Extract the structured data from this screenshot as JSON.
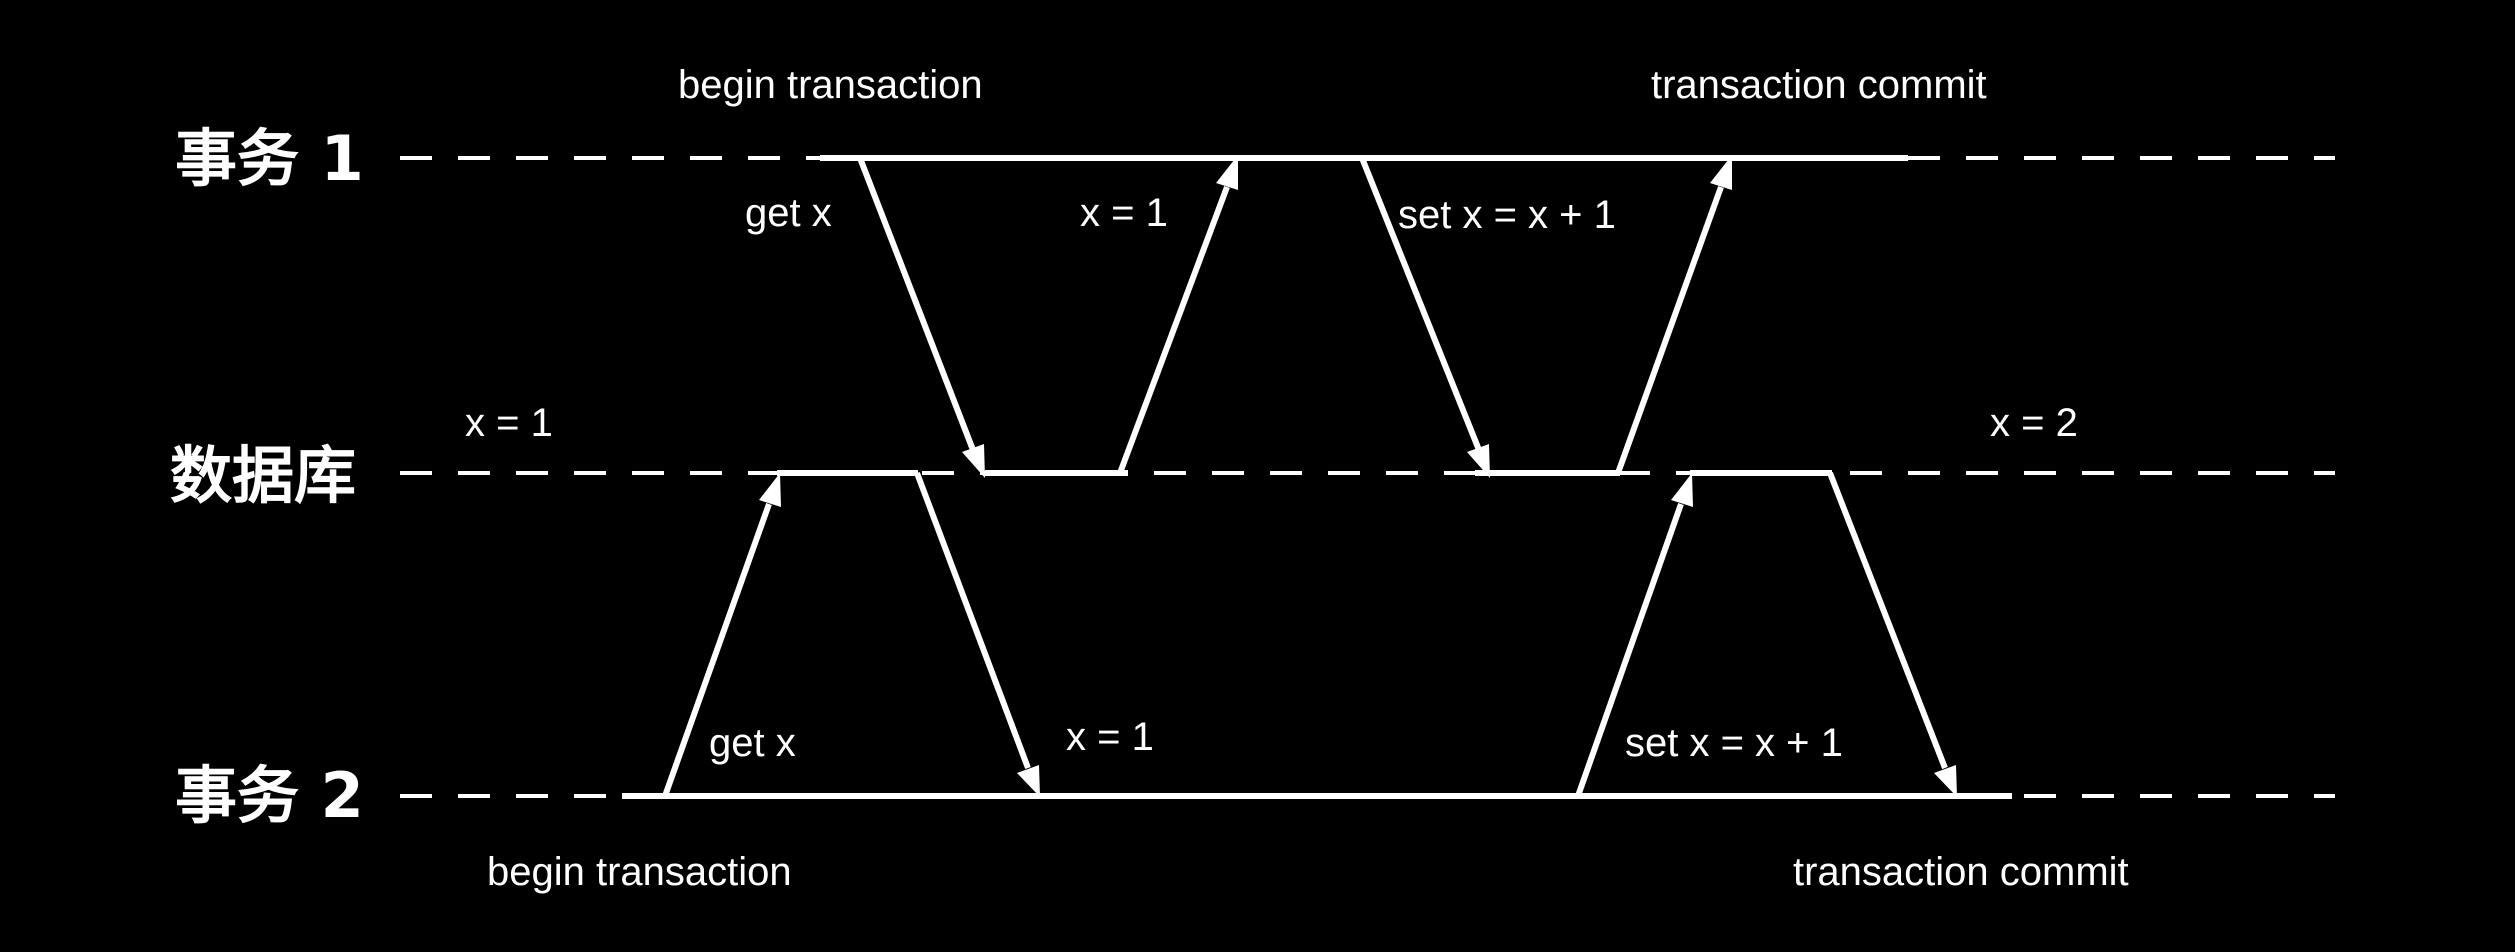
{
  "diagram": {
    "lanes": {
      "txn1": "事务 1",
      "db": "数据库",
      "txn2": "事务 2"
    },
    "txn1_begin": "begin transaction",
    "txn1_commit": "transaction commit",
    "txn2_begin": "begin transaction",
    "txn2_commit": "transaction commit",
    "db_initial": "x = 1",
    "db_final": "x = 2",
    "txn1_msgs": {
      "get": "get x",
      "get_reply": "x = 1",
      "set": "set x = x + 1"
    },
    "txn2_msgs": {
      "get": "get x",
      "get_reply": "x = 1",
      "set": "set x = x + 1"
    }
  },
  "colors": {
    "background": "#000000",
    "foreground": "#ffffff"
  }
}
